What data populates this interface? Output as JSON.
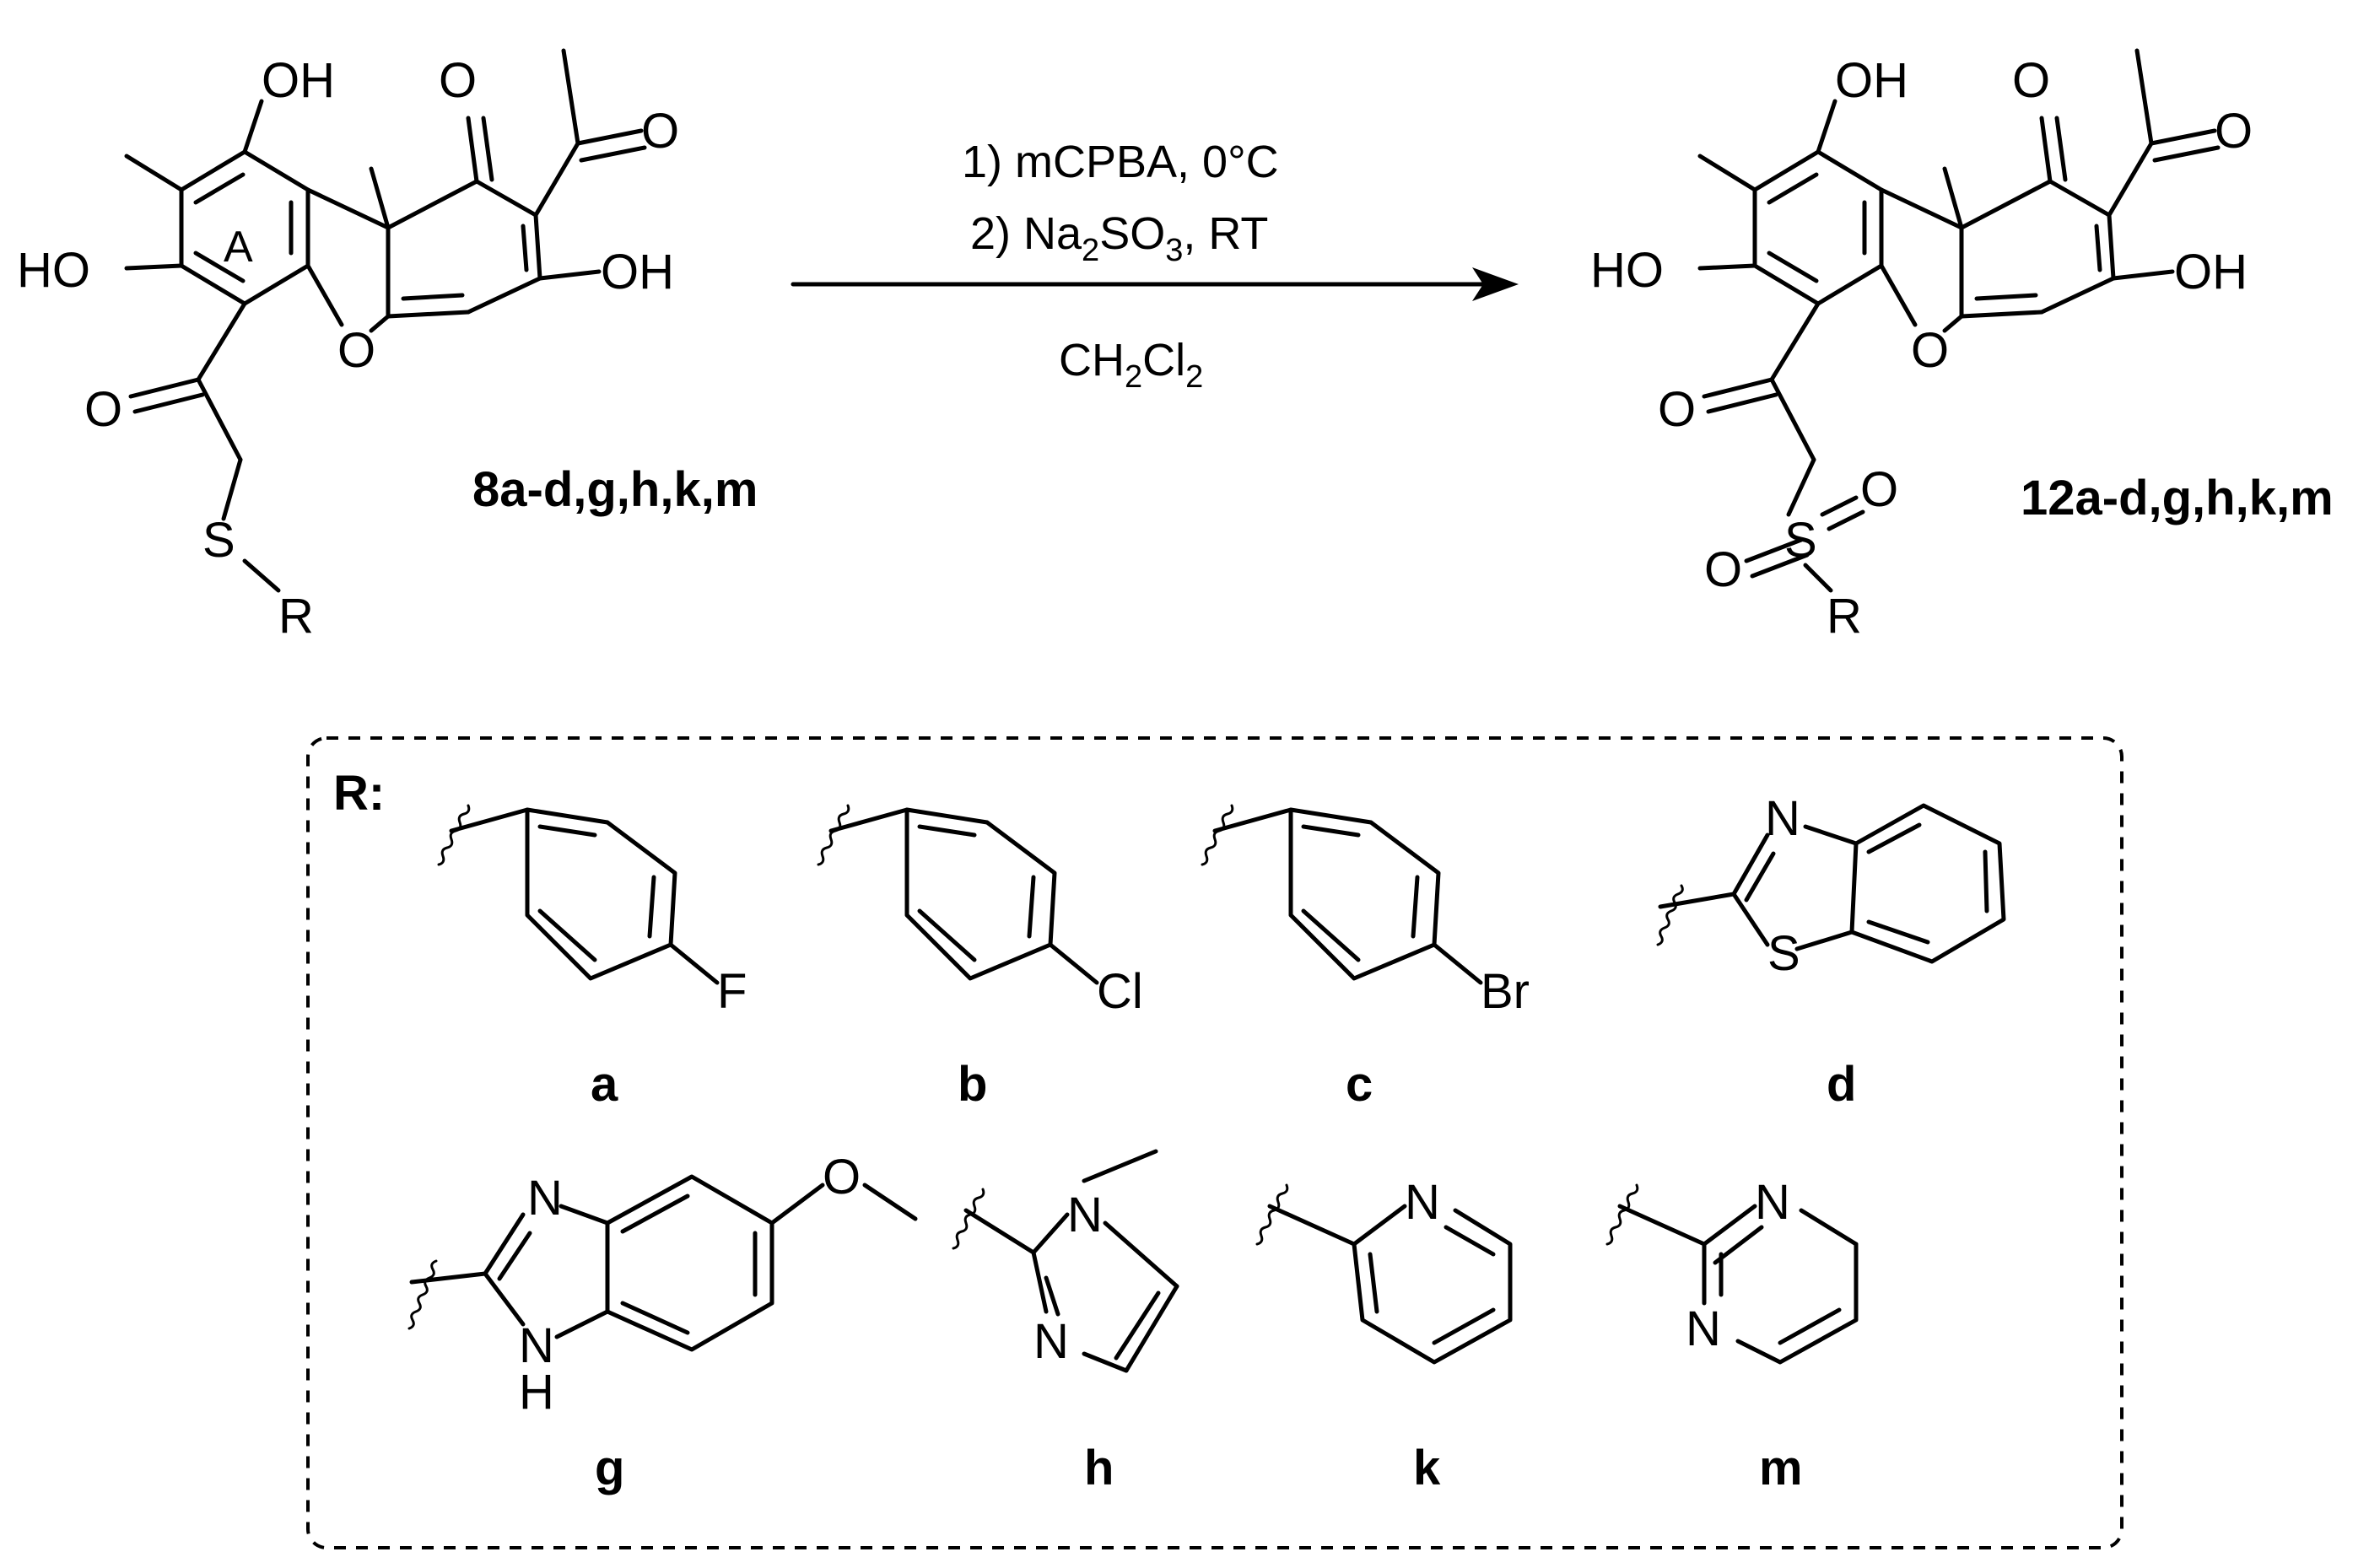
{
  "atoms": {
    "oh": "OH",
    "ho": "HO",
    "o": "O",
    "s": "S",
    "r": "R",
    "f": "F",
    "cl": "Cl",
    "br": "Br",
    "n": "N",
    "h": "H"
  },
  "ring_label": "A",
  "reagents": {
    "step1": "1) mCPBA, 0°C",
    "step2_prefix": "2) Na",
    "step2_sub1": "2",
    "step2_mid": "SO",
    "step2_sub2": "3",
    "step2_suffix": ", RT",
    "solvent_prefix": "CH",
    "solvent_sub1": "2",
    "solvent_mid": "Cl",
    "solvent_sub2": "2"
  },
  "compounds": {
    "start_label": "8a-d,g,h,k,m",
    "product_label": "12a-d,g,h,k,m"
  },
  "substituents": {
    "box_label": "R:",
    "letters": [
      "a",
      "b",
      "c",
      "d",
      "g",
      "h",
      "k",
      "m"
    ]
  }
}
